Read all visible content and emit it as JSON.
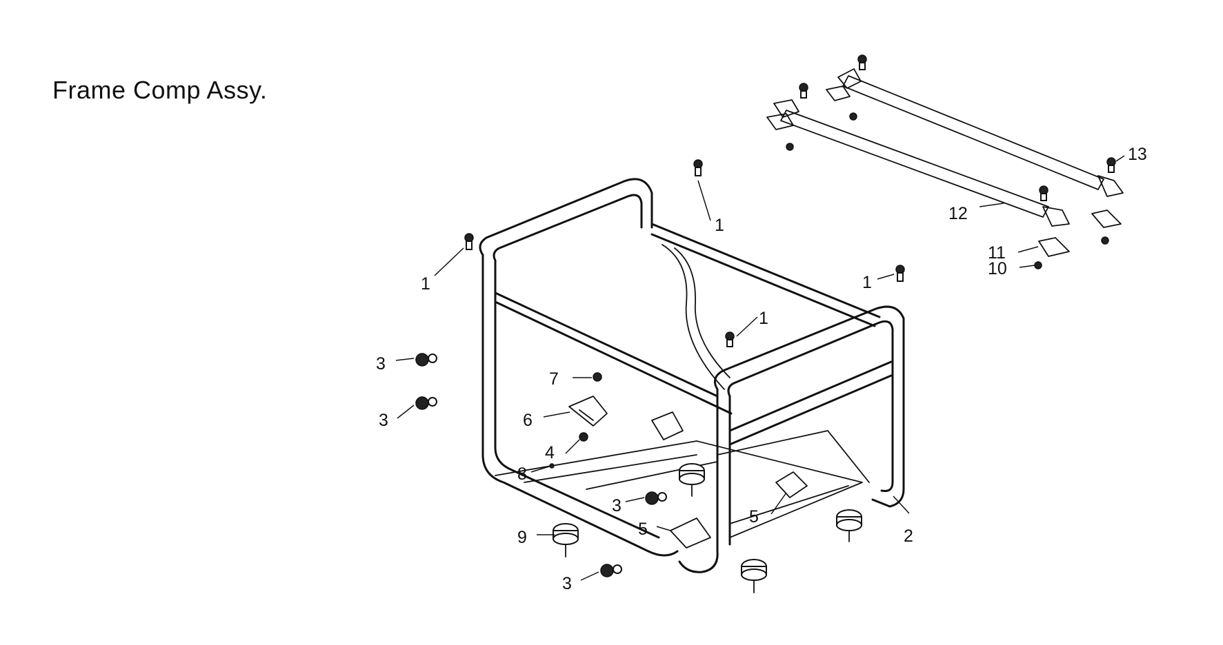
{
  "title": "Frame Comp Assy.",
  "callouts": {
    "c1a": "1",
    "c1b": "1",
    "c1c": "1",
    "c1d": "1",
    "c2": "2",
    "c3a": "3",
    "c3b": "3",
    "c3c": "3",
    "c3d": "3",
    "c4": "4",
    "c5a": "5",
    "c5b": "5",
    "c6": "6",
    "c7": "7",
    "c8": "8",
    "c9": "9",
    "c10": "10",
    "c11": "11",
    "c12": "12",
    "c13": "13"
  }
}
